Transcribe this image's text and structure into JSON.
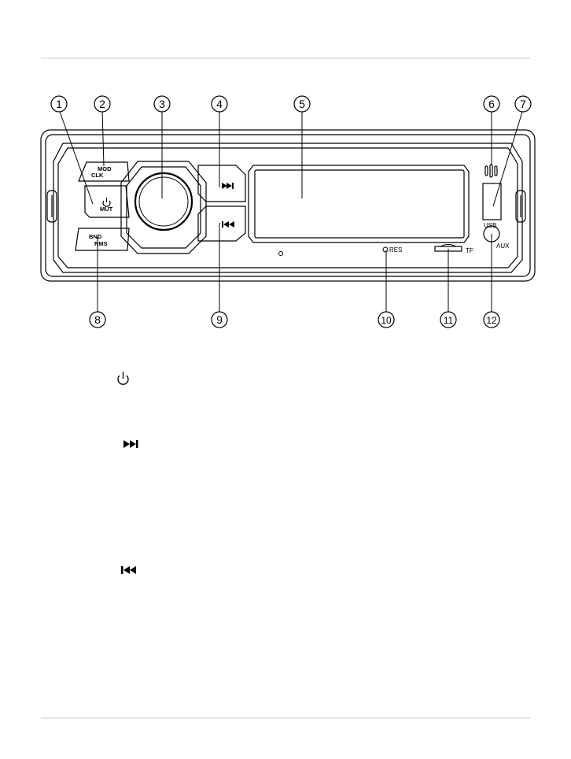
{
  "panel_labels": {
    "mod": "MOD",
    "clk": "CLK",
    "mut": "MUT",
    "bnd": "BND",
    "rms": "RMS",
    "res": "RES",
    "tf": "TF",
    "usb": "USB",
    "aux": "AUX"
  },
  "callouts": [
    "1",
    "2",
    "3",
    "4",
    "5",
    "6",
    "7",
    "8",
    "9",
    "10",
    "11",
    "12"
  ],
  "icon_lines": [
    {
      "icon": "power-icon"
    },
    {
      "icon": "next-track-icon"
    },
    {
      "icon": "previous-track-icon"
    }
  ]
}
